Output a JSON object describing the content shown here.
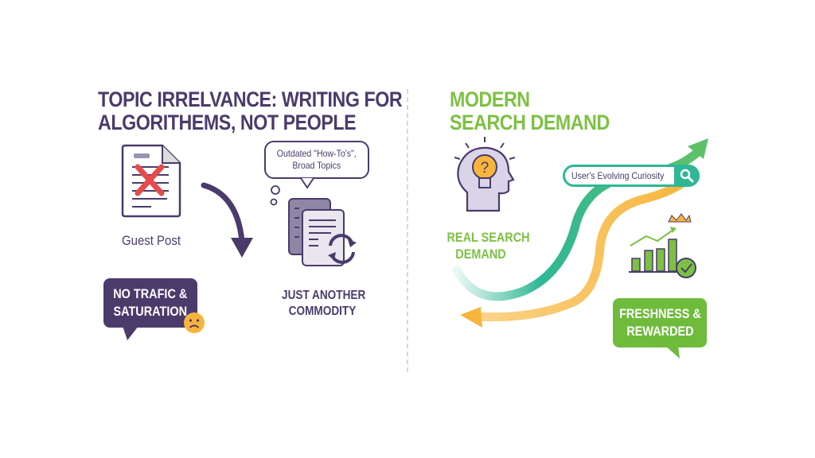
{
  "left": {
    "title_line1": "TOPIC IRRELVANCE: WRITING FOR",
    "title_line2": "ALGORITHEMS, NOT PEOPLE",
    "guest_post_label": "Guest Post",
    "speech_line1": "Outdated \"How-To's\",",
    "speech_line2": "Broad Topics",
    "commodity_line1": "JUST ANOTHER",
    "commodity_line2": "COMMODITY",
    "warning_line1": "NO TRAFIC &",
    "warning_line2": "SATURATION"
  },
  "right": {
    "title_line1": "MODERN",
    "title_line2": "SEARCH DEMAND",
    "real_demand_line1": "REAL SEARCH",
    "real_demand_line2": "DEMAND",
    "search_text": "User's Evolving Curiosity",
    "reward_line1": "FRESHNESS &",
    "reward_line2": "REWARDED"
  },
  "colors": {
    "purple": "#4b3b6b",
    "green": "#7cc143",
    "teal": "#2fb795",
    "orange": "#f7b53b",
    "red": "#e64b4b"
  }
}
